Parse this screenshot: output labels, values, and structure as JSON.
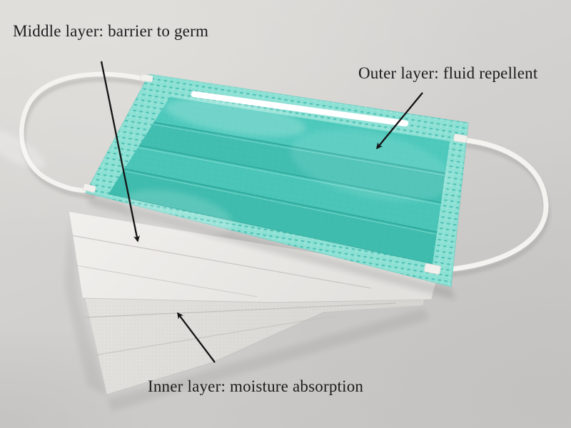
{
  "figure": {
    "type": "annotated-photo",
    "subject": "Three-layer surgical face mask with layers fanned out on a table",
    "labels": {
      "middle": "Middle layer: barrier to germ",
      "outer": "Outer layer: fluid repellent",
      "inner": "Inner layer: moisture absorption"
    },
    "colors": {
      "background": "#d4d2d0",
      "mask_teal": "#47c4b7",
      "mask_edge_band": "#8ce0d4",
      "band_perforation_dots": "#19a295",
      "middle_layer_white": "#eceae7",
      "inner_layer_white": "#dddcd8",
      "ear_loop": "#f4f3f0",
      "nose_wire_strip": "#ffffff",
      "arrow": "#141414",
      "label_text": "#1c1c1e"
    }
  }
}
